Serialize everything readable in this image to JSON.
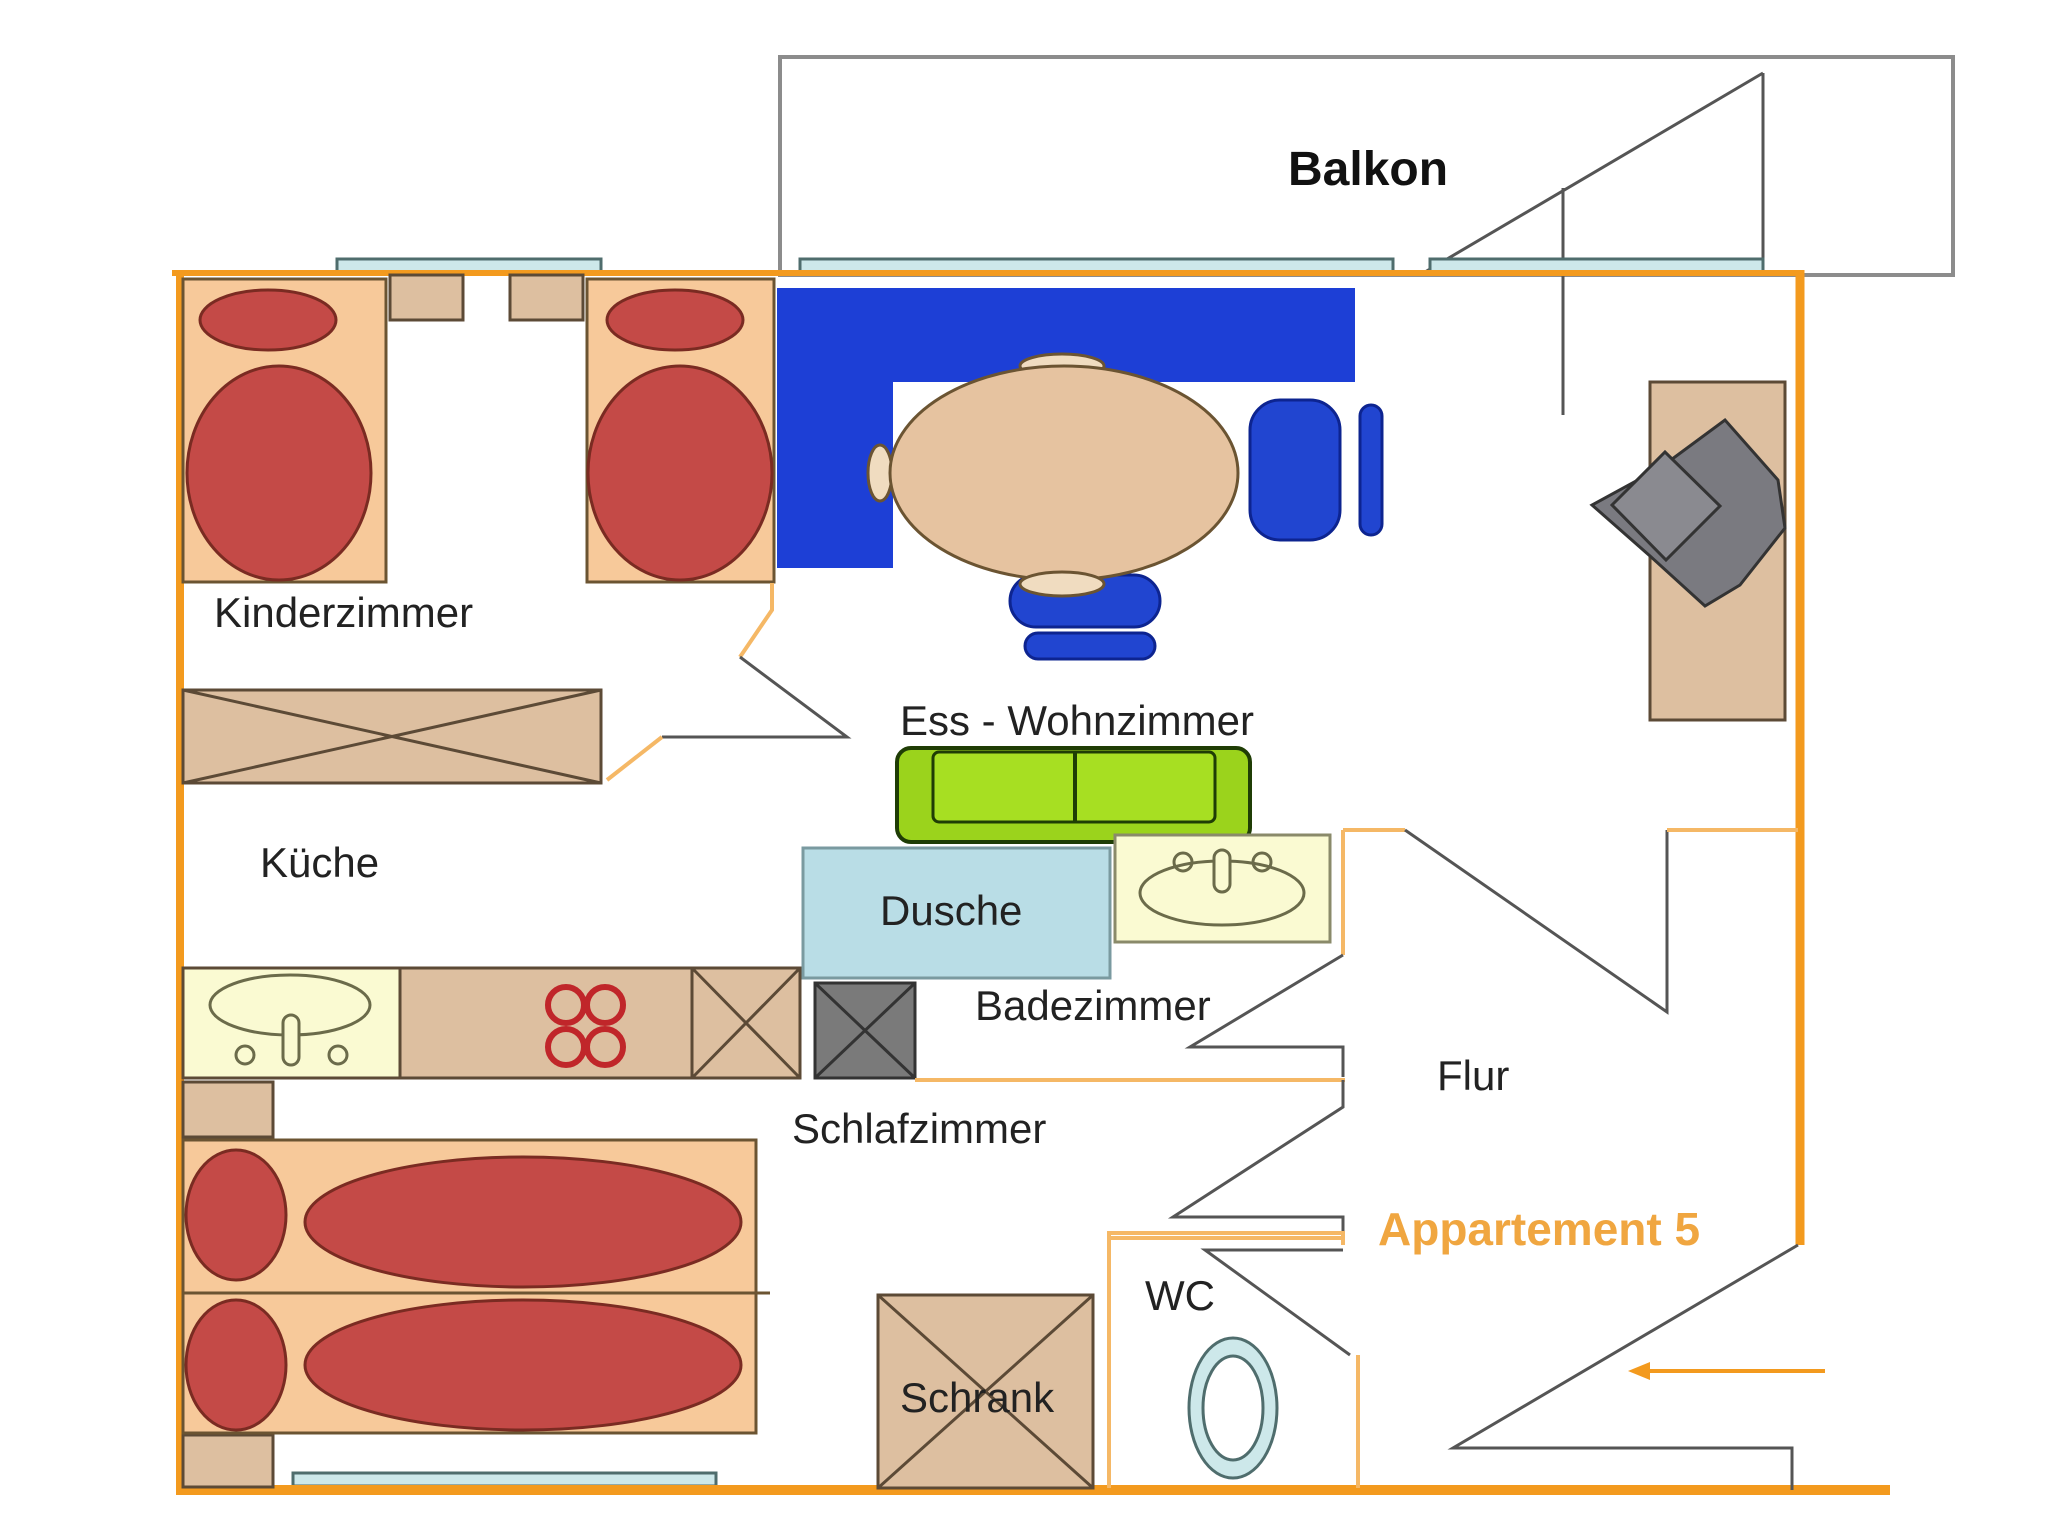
{
  "title": "Appartement 5",
  "rooms": {
    "balcony": "Balkon",
    "kids_room": "Kinderzimmer",
    "kitchen": "Küche",
    "living_dining": "Ess - Wohnzimmer",
    "shower": "Dusche",
    "bathroom": "Badezimmer",
    "bedroom": "Schlafzimmer",
    "hallway": "Flur",
    "wc": "WC",
    "wardrobe": "Schrank"
  },
  "apartment_label": "Appartement 5",
  "colors": {
    "outer_wall": "#f39a1e",
    "inner_wall": "#f5b866",
    "bed": "#f7c99a",
    "pillow": "#c44a47",
    "furniture": "#ddbfa0",
    "bench": "#1d3fd6",
    "sofa": "#9bd31c",
    "shower": "#b9dde6",
    "sink_area": "#fafad2",
    "tv": "#7a7a80",
    "window": "#cde8ea",
    "label_accent": "#f0a640"
  },
  "icons": {
    "entrance": "arrow-left-icon",
    "tv": "television-icon",
    "stove": "stove-burners-icon",
    "sink": "sink-icon",
    "toilet": "toilet-icon"
  }
}
